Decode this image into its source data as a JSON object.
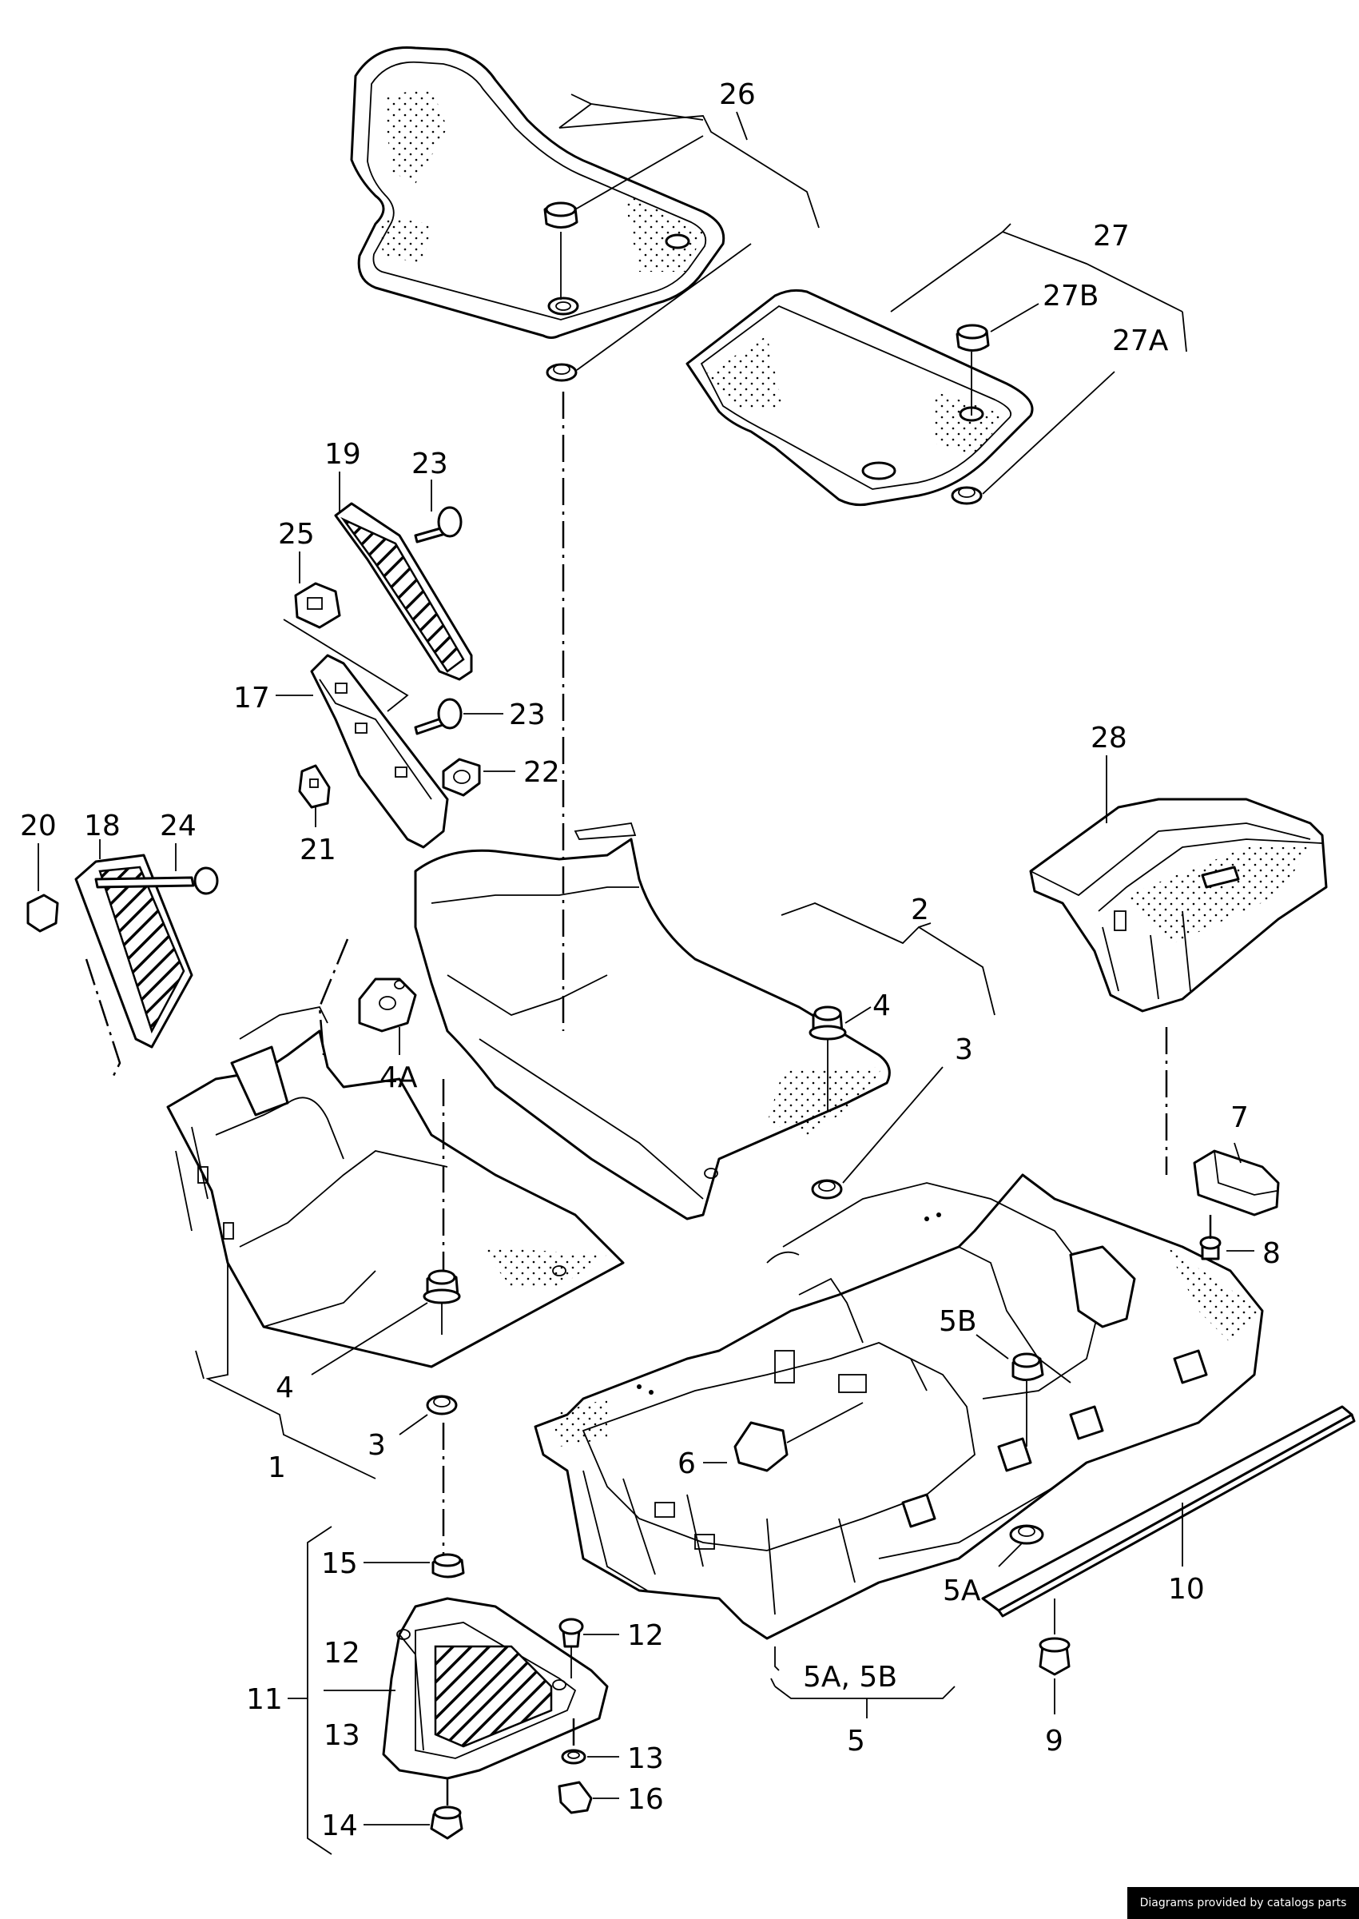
{
  "labels": {
    "p1": "1",
    "p2": "2",
    "p3a": "3",
    "p3b": "3",
    "p4a": "4",
    "p4b": "4",
    "p4A": "4A",
    "p5": "5",
    "p5A5B": "5A, 5B",
    "p5A": "5A",
    "p5B": "5B",
    "p6": "6",
    "p7": "7",
    "p8": "8",
    "p9": "9",
    "p10": "10",
    "p11": "11",
    "p12a": "12",
    "p12b": "12",
    "p13a": "13",
    "p13b": "13",
    "p14": "14",
    "p15": "15",
    "p16": "16",
    "p17": "17",
    "p18": "18",
    "p19": "19",
    "p20": "20",
    "p21": "21",
    "p22": "22",
    "p23a": "23",
    "p23b": "23",
    "p24": "24",
    "p25": "25",
    "p26": "26",
    "p27": "27",
    "p27A": "27A",
    "p27B": "27B",
    "p28": "28"
  },
  "footer": {
    "credit": "Diagrams provided by catalogs parts"
  }
}
